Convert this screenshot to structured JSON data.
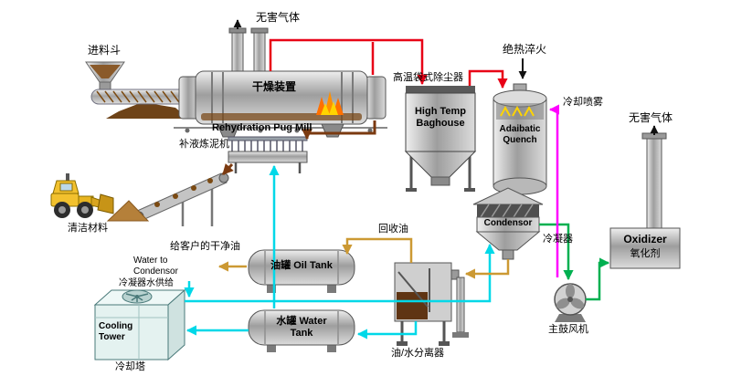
{
  "labels": {
    "harmless_gas_top": "无害气体",
    "feed_hopper": "进料斗",
    "dryer": "干燥装置",
    "baghouse_cn": "高温袋式除尘器",
    "baghouse_en": "High Temp\nBaghouse",
    "quench_cn": "绝热淬火",
    "quench_en": "Adaibatic\nQuench",
    "cooling_spray": "冷却喷雾",
    "harmless_gas_right": "无害气体",
    "oxidizer_en": "Oxidizer",
    "oxidizer_cn": "氧化剂",
    "condenser_en": "Condensor",
    "condenser_cn": "冷凝器",
    "main_blower": "主鼓风机",
    "recovered_oil": "回收油",
    "oil_tank": "油罐 Oil Tank",
    "water_tank": "水罐 Water\nTank",
    "separator": "油/水分离器",
    "pug_mill_en": "Rehydration Pug Mill",
    "pug_mill_cn": "补液炼泥机",
    "clean_material": "清洁材料",
    "clean_oil_customer": "给客户的干净油",
    "water_to_condenser": "Water to\nCondensor",
    "condenser_water_supply": "冷凝器水供给",
    "cooling_tower_en": "Cooling\nTower",
    "cooling_tower_cn": "冷却塔"
  },
  "colors": {
    "hot_gas_line": "#e80016",
    "clean_gas_line": "#00b050",
    "spray_line": "#ff00ff",
    "water_line": "#00d8e8",
    "oil_line": "#cc9933",
    "material_line": "#7b3a10",
    "equipment_fill": "#b5b5b5",
    "loader_yellow": "#f2c12e"
  },
  "flows": [
    {
      "line": "dryer-exhaust-to-baghouse",
      "color": "red"
    },
    {
      "line": "baghouse-to-quench",
      "color": "red"
    },
    {
      "line": "condenser-to-blower",
      "color": "green"
    },
    {
      "line": "blower-to-oxidizer",
      "color": "green"
    },
    {
      "line": "cooling-spray-to-quench",
      "color": "magenta"
    },
    {
      "line": "water-tank-to-pug-mill",
      "color": "cyan"
    },
    {
      "line": "cooling-tower-to-condenser",
      "color": "cyan"
    },
    {
      "line": "separator-to-water-tank",
      "color": "cyan"
    },
    {
      "line": "water-tank-to-cooling-tower",
      "color": "cyan"
    },
    {
      "line": "condenser-to-separator",
      "color": "orange"
    },
    {
      "line": "separator-to-oil-tank",
      "color": "orange"
    },
    {
      "line": "oil-tank-to-customer",
      "color": "orange"
    },
    {
      "line": "dryer-to-pug-mill",
      "color": "brown"
    },
    {
      "line": "pug-mill-to-conveyor",
      "color": "brown"
    }
  ]
}
